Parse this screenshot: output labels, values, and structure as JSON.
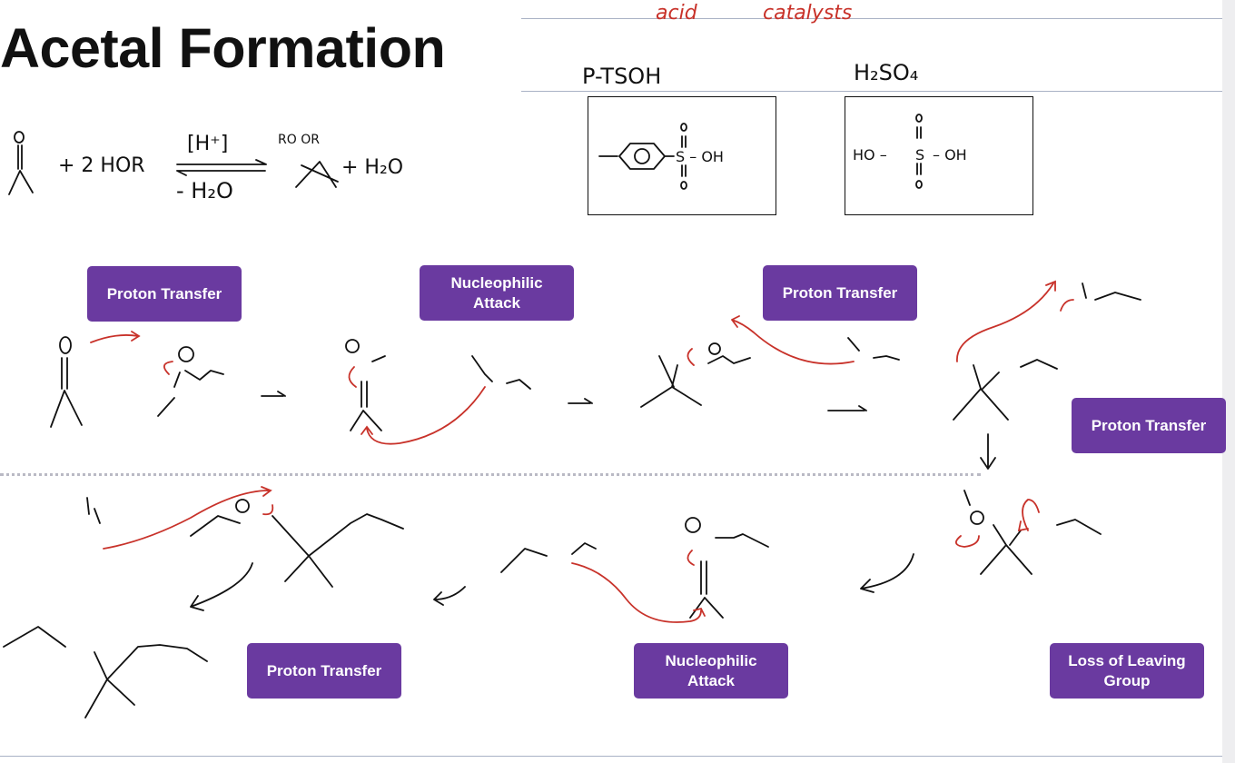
{
  "title": "Acetal Formation",
  "catalysts": {
    "heading_left": "acid",
    "heading_right": "catalysts",
    "ptsoh_label": "P-TSOH",
    "h2so4_label": "H₂SO₄",
    "ptsoh_group": "S – OH",
    "h2so4_left": "HO –",
    "h2so4_center": "S",
    "h2so4_right": "– OH"
  },
  "reaction": {
    "reagent": "+ 2 HOR",
    "conditions_top": "[H⁺]",
    "conditions_bottom": "- H₂O",
    "product_label": "RO   OR",
    "byproduct": "+ H₂O"
  },
  "steps": [
    {
      "label": "Proton Transfer"
    },
    {
      "label": "Nucleophilic Attack"
    },
    {
      "label": "Proton Transfer"
    },
    {
      "label": "Proton Transfer"
    },
    {
      "label": "Loss of Leaving Group"
    },
    {
      "label": "Nucleophilic Attack"
    },
    {
      "label": "Proton Transfer"
    }
  ],
  "colors": {
    "step_bg": "#6a3aa0",
    "arrow_red": "#c8322a",
    "ink": "#111111"
  }
}
